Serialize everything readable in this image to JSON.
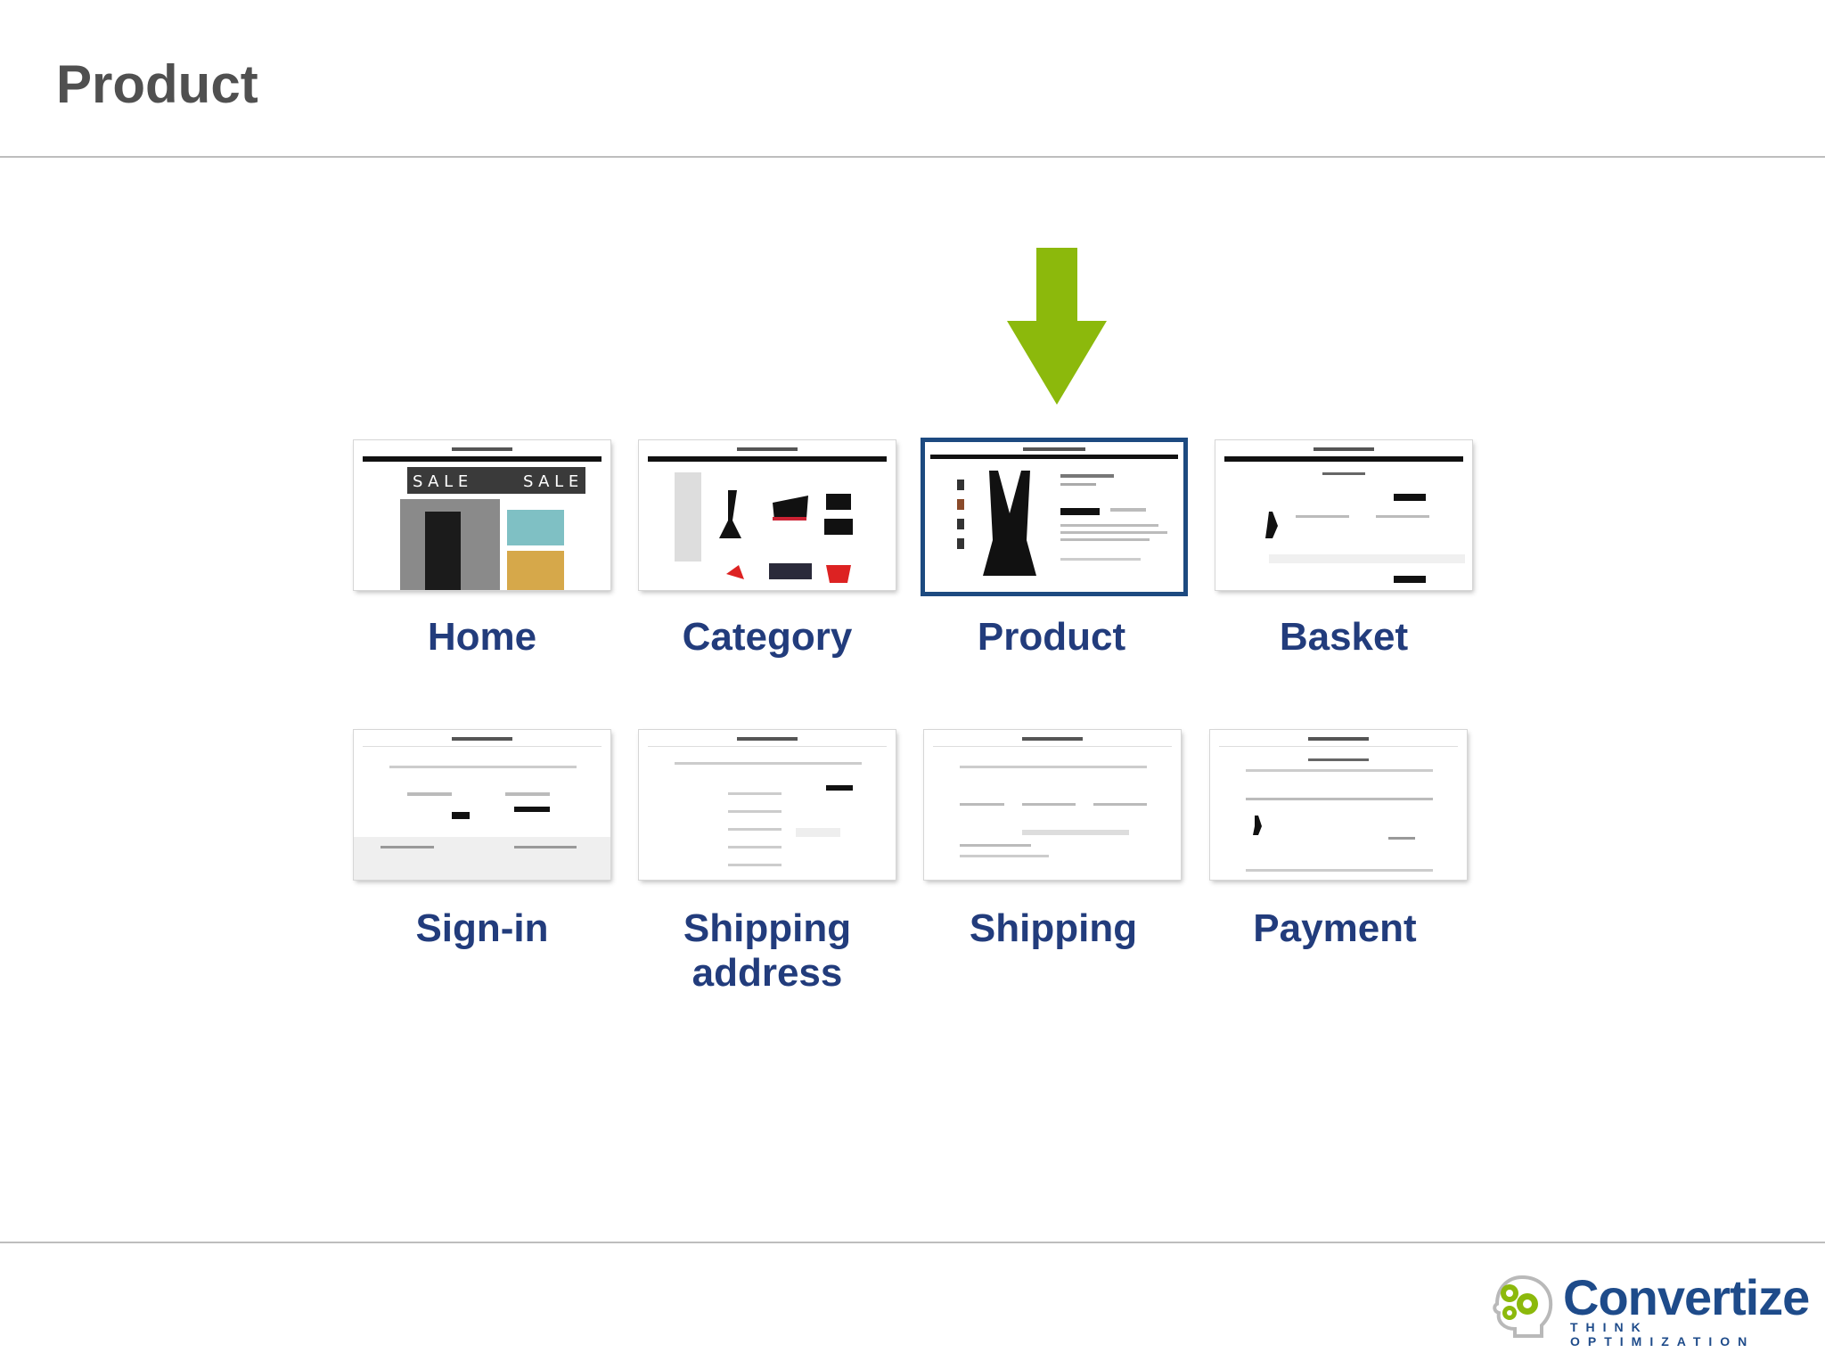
{
  "page": {
    "title": "Product"
  },
  "steps": [
    {
      "label": "Home"
    },
    {
      "label": "Category"
    },
    {
      "label": "Product"
    },
    {
      "label": "Basket"
    },
    {
      "label": "Sign-in"
    },
    {
      "label": "Shipping address"
    },
    {
      "label": "Shipping"
    },
    {
      "label": "Payment"
    }
  ],
  "current_step": "Product",
  "colors": {
    "accent_arrow": "#8cb90c",
    "label": "#223c7c",
    "active_border": "#1d4a80",
    "title": "#505050"
  },
  "logo": {
    "name": "Convertize",
    "tagline": "THINK OPTIMIZATION"
  }
}
